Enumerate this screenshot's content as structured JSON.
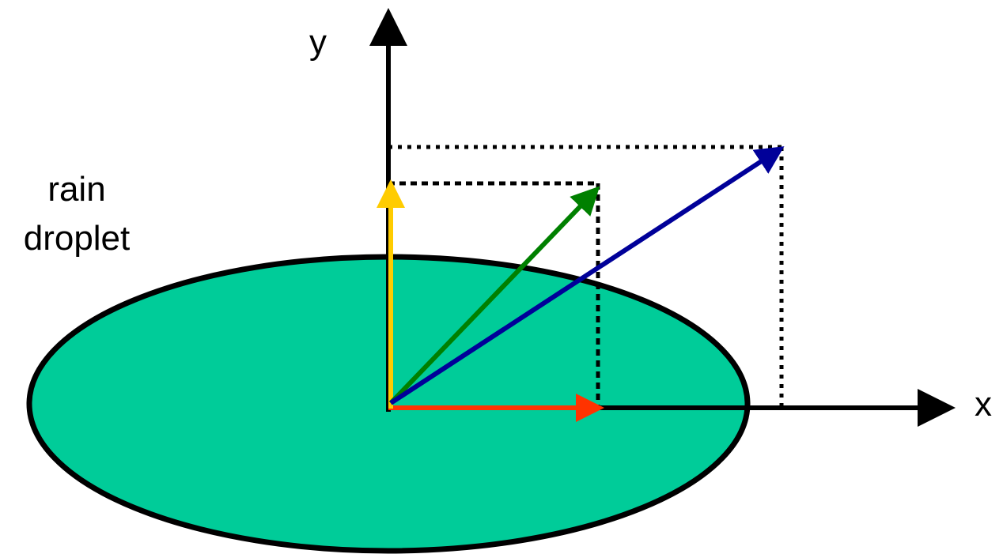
{
  "labels": {
    "x_axis": "x",
    "y_axis": "y",
    "object_line1": "rain",
    "object_line2": "droplet"
  },
  "colors": {
    "droplet_fill": "#00CC99",
    "outline": "#000000",
    "x_component": "#FF3300",
    "y_component": "#FFCC00",
    "green_vector": "#008000",
    "blue_vector": "#000099"
  }
}
